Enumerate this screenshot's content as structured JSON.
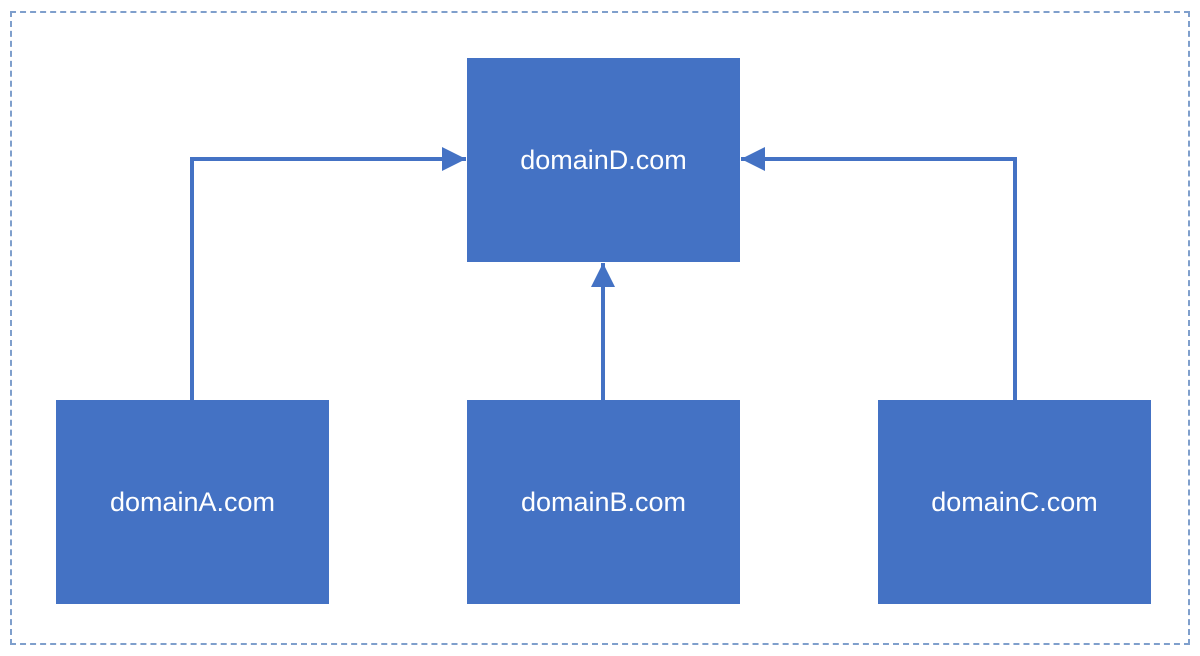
{
  "colors": {
    "node_fill": "#4472c4",
    "node_text": "#ffffff",
    "connector": "#4472c4",
    "frame_border": "#7f9fcc"
  },
  "nodes": {
    "d": {
      "label": "domainD.com"
    },
    "a": {
      "label": "domainA.com"
    },
    "b": {
      "label": "domainB.com"
    },
    "c": {
      "label": "domainC.com"
    }
  },
  "edges": [
    {
      "from": "a",
      "to": "d"
    },
    {
      "from": "b",
      "to": "d"
    },
    {
      "from": "c",
      "to": "d"
    }
  ]
}
